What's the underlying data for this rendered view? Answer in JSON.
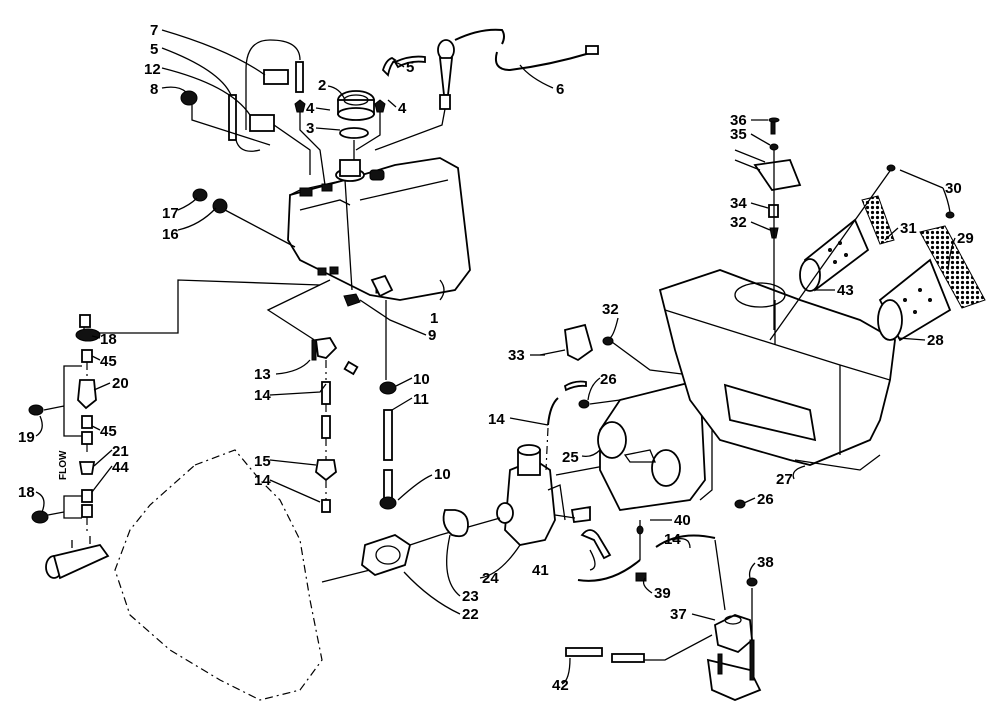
{
  "diagram": {
    "type": "exploded-parts-diagram",
    "subject": "Fuel tank, carburetor, air silencer and fuel pump assembly",
    "flow_marker": "FLOW",
    "labels": [
      {
        "id": "1",
        "text": "1"
      },
      {
        "id": "2",
        "text": "2"
      },
      {
        "id": "3",
        "text": "3"
      },
      {
        "id": "4a",
        "text": "4"
      },
      {
        "id": "4b",
        "text": "4"
      },
      {
        "id": "5a",
        "text": "5"
      },
      {
        "id": "5b",
        "text": "5"
      },
      {
        "id": "6",
        "text": "6"
      },
      {
        "id": "7",
        "text": "7"
      },
      {
        "id": "8",
        "text": "8"
      },
      {
        "id": "9",
        "text": "9"
      },
      {
        "id": "10a",
        "text": "10"
      },
      {
        "id": "10b",
        "text": "10"
      },
      {
        "id": "11",
        "text": "11"
      },
      {
        "id": "12",
        "text": "12"
      },
      {
        "id": "13",
        "text": "13"
      },
      {
        "id": "14a",
        "text": "14"
      },
      {
        "id": "14b",
        "text": "14"
      },
      {
        "id": "14c",
        "text": "14"
      },
      {
        "id": "14d",
        "text": "14"
      },
      {
        "id": "15",
        "text": "15"
      },
      {
        "id": "16",
        "text": "16"
      },
      {
        "id": "17",
        "text": "17"
      },
      {
        "id": "18a",
        "text": "18"
      },
      {
        "id": "18b",
        "text": "18"
      },
      {
        "id": "19",
        "text": "19"
      },
      {
        "id": "20",
        "text": "20"
      },
      {
        "id": "21",
        "text": "21"
      },
      {
        "id": "22",
        "text": "22"
      },
      {
        "id": "23",
        "text": "23"
      },
      {
        "id": "24",
        "text": "24"
      },
      {
        "id": "25",
        "text": "25"
      },
      {
        "id": "26a",
        "text": "26"
      },
      {
        "id": "26b",
        "text": "26"
      },
      {
        "id": "27",
        "text": "27"
      },
      {
        "id": "28",
        "text": "28"
      },
      {
        "id": "29",
        "text": "29"
      },
      {
        "id": "30",
        "text": "30"
      },
      {
        "id": "31",
        "text": "31"
      },
      {
        "id": "32a",
        "text": "32"
      },
      {
        "id": "32b",
        "text": "32"
      },
      {
        "id": "33",
        "text": "33"
      },
      {
        "id": "34",
        "text": "34"
      },
      {
        "id": "35",
        "text": "35"
      },
      {
        "id": "36",
        "text": "36"
      },
      {
        "id": "37",
        "text": "37"
      },
      {
        "id": "38",
        "text": "38"
      },
      {
        "id": "39",
        "text": "39"
      },
      {
        "id": "40",
        "text": "40"
      },
      {
        "id": "41",
        "text": "41"
      },
      {
        "id": "42",
        "text": "42"
      },
      {
        "id": "43",
        "text": "43"
      },
      {
        "id": "44",
        "text": "44"
      },
      {
        "id": "45a",
        "text": "45"
      },
      {
        "id": "45b",
        "text": "45"
      }
    ]
  }
}
